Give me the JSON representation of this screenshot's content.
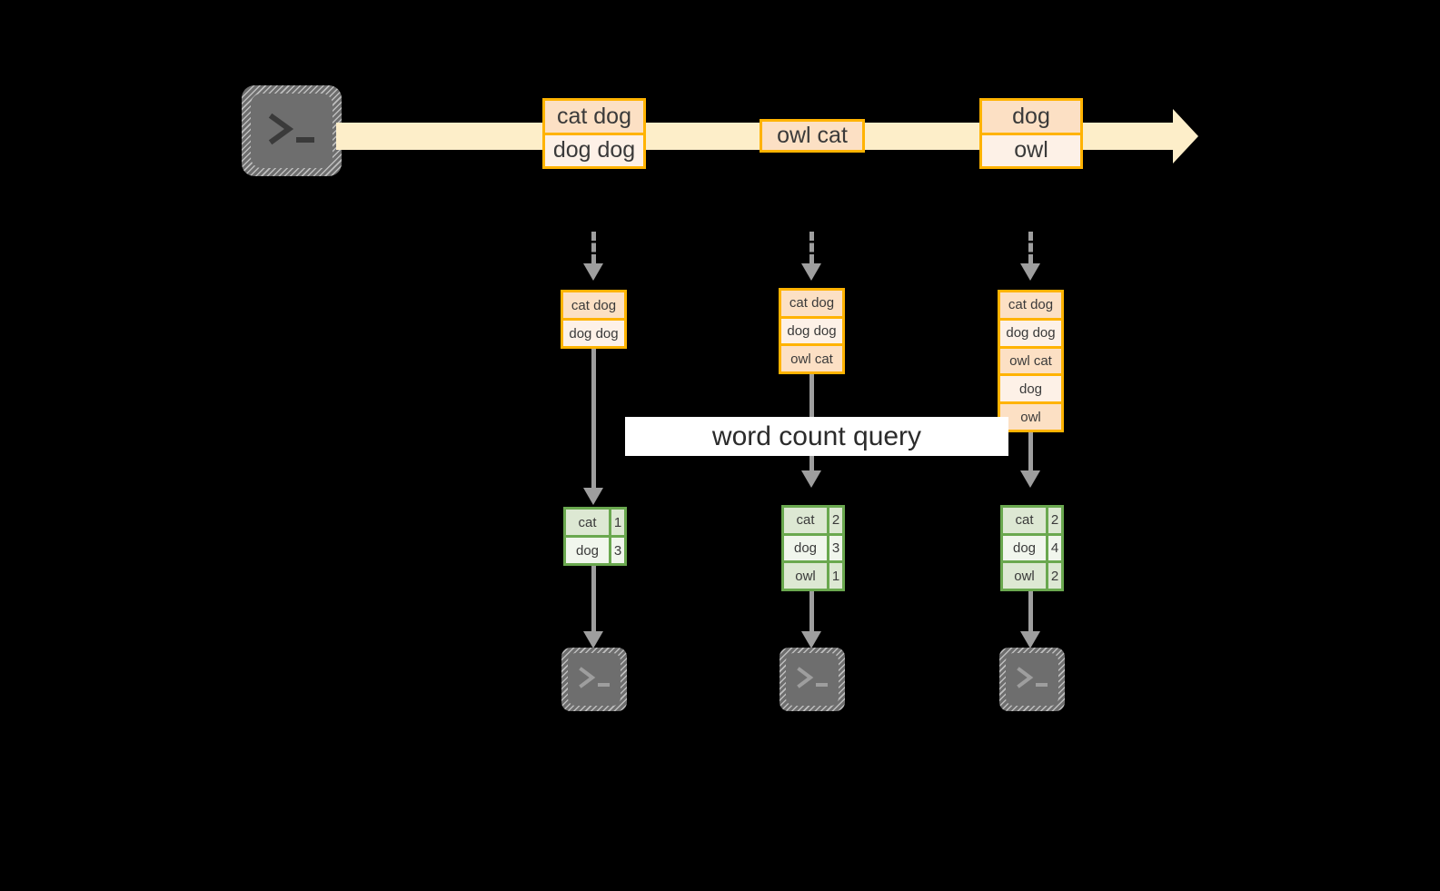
{
  "diagram": {
    "title_label": "word count query",
    "colors": {
      "stream_fill": "#fdeec9",
      "record_border": "#ffb300",
      "record_fill_dark": "#fce0c4",
      "record_fill_light": "#fdf1e7",
      "table_border": "#6aa84f",
      "table_fill_dark": "#dde8d3",
      "table_fill_light": "#f1f6ed",
      "arrow_grey": "#9e9e9e",
      "terminal_grey": "#6e6e6e",
      "background": "#000000",
      "label_background": "#ffffff"
    },
    "source": {
      "icon": "terminal-icon",
      "name": "producer-terminal"
    },
    "stream": {
      "name": "event-stream-arrow",
      "records": [
        {
          "name": "stream-record-1",
          "rows": [
            {
              "text": "cat dog",
              "shade": "dark"
            },
            {
              "text": "dog dog",
              "shade": "light"
            }
          ]
        },
        {
          "name": "stream-record-2",
          "rows": [
            {
              "text": "owl cat",
              "shade": "dark"
            }
          ]
        },
        {
          "name": "stream-record-3",
          "rows": [
            {
              "text": "dog",
              "shade": "dark"
            },
            {
              "text": "owl",
              "shade": "light"
            }
          ]
        }
      ]
    },
    "snapshots": [
      {
        "name": "snapshot-1",
        "rows": [
          {
            "text": "cat dog",
            "shade": "dark"
          },
          {
            "text": "dog dog",
            "shade": "light"
          }
        ],
        "result": {
          "name": "result-table-1",
          "rows": [
            {
              "word": "cat",
              "count": "1",
              "shade": "dark"
            },
            {
              "word": "dog",
              "count": "3",
              "shade": "light"
            }
          ]
        },
        "sink": {
          "icon": "terminal-icon",
          "name": "consumer-terminal-1"
        }
      },
      {
        "name": "snapshot-2",
        "rows": [
          {
            "text": "cat dog",
            "shade": "dark"
          },
          {
            "text": "dog dog",
            "shade": "light"
          },
          {
            "text": "owl cat",
            "shade": "dark"
          }
        ],
        "result": {
          "name": "result-table-2",
          "rows": [
            {
              "word": "cat",
              "count": "2",
              "shade": "dark"
            },
            {
              "word": "dog",
              "count": "3",
              "shade": "light"
            },
            {
              "word": "owl",
              "count": "1",
              "shade": "dark"
            }
          ]
        },
        "sink": {
          "icon": "terminal-icon",
          "name": "consumer-terminal-2"
        }
      },
      {
        "name": "snapshot-3",
        "rows": [
          {
            "text": "cat dog",
            "shade": "dark"
          },
          {
            "text": "dog dog",
            "shade": "light"
          },
          {
            "text": "owl cat",
            "shade": "dark"
          },
          {
            "text": "dog",
            "shade": "light"
          },
          {
            "text": "owl",
            "shade": "dark"
          }
        ],
        "result": {
          "name": "result-table-3",
          "rows": [
            {
              "word": "cat",
              "count": "2",
              "shade": "dark"
            },
            {
              "word": "dog",
              "count": "4",
              "shade": "light"
            },
            {
              "word": "owl",
              "count": "2",
              "shade": "dark"
            }
          ]
        },
        "sink": {
          "icon": "terminal-icon",
          "name": "consumer-terminal-3"
        }
      }
    ]
  }
}
